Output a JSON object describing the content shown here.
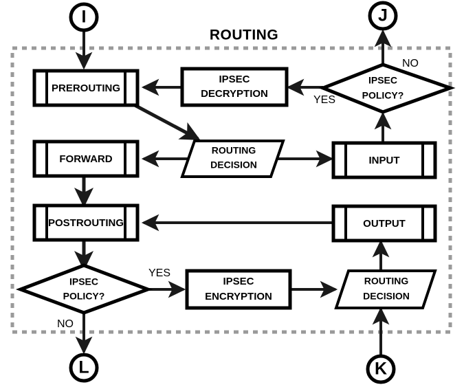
{
  "diagram": {
    "zone_title": "ROUTING",
    "nodes": {
      "prerouting": "PREROUTING",
      "forward": "FORWARD",
      "postrouting": "POSTROUTING",
      "input": "INPUT",
      "output": "OUTPUT",
      "ipsec_decryption_l1": "IPSEC",
      "ipsec_decryption_l2": "DECRYPTION",
      "ipsec_encryption_l1": "IPSEC",
      "ipsec_encryption_l2": "ENCRYPTION",
      "routing_decision_top_l1": "ROUTING",
      "routing_decision_top_l2": "DECISION",
      "routing_decision_bottom_l1": "ROUTING",
      "routing_decision_bottom_l2": "DECISION",
      "ipsec_policy_top_l1": "IPSEC",
      "ipsec_policy_top_l2": "POLICY?",
      "ipsec_policy_bottom_l1": "IPSEC",
      "ipsec_policy_bottom_l2": "POLICY?"
    },
    "connectors": {
      "i": "I",
      "j": "J",
      "k": "K",
      "l": "L"
    },
    "edge_labels": {
      "policy_top_no": "NO",
      "policy_top_yes": "YES",
      "policy_bottom_yes": "YES",
      "policy_bottom_no": "NO"
    },
    "colors": {
      "stroke": "#000000",
      "zone_border": "#9a9a9a",
      "background": "#ffffff",
      "edge": "#1a1a1a"
    }
  }
}
